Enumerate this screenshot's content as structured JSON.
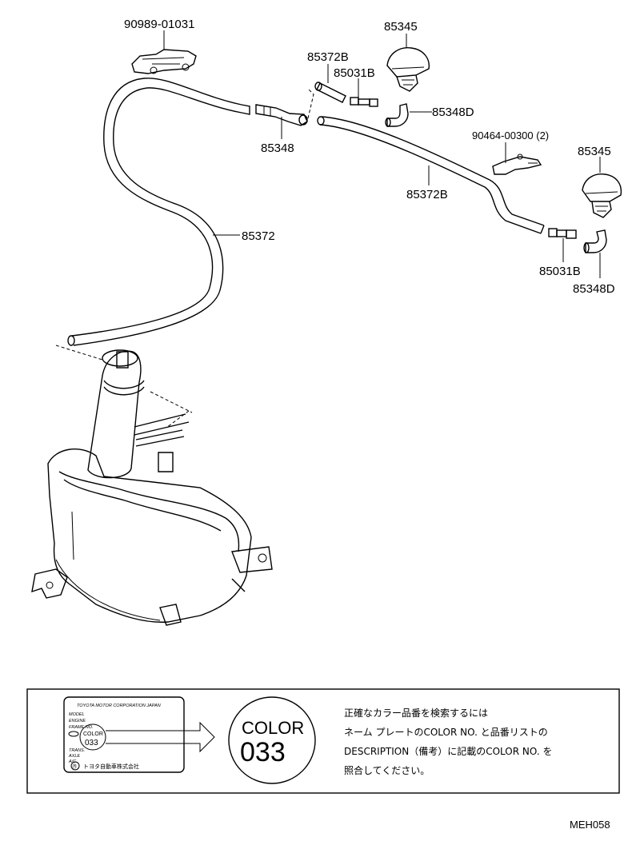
{
  "part_labels": {
    "clamp_top": "90989-01031",
    "nozzle_left": "85345",
    "hose_b_top": "85372B",
    "joint_top": "85031B",
    "elbow_top": "85348D",
    "connector": "85348",
    "bracket": "90464-00300 (2)",
    "nozzle_right": "85345",
    "hose_b_mid": "85372B",
    "hose_main": "85372",
    "joint_bottom": "85031B",
    "elbow_bottom": "85348D"
  },
  "legend": {
    "plate_header": "TOYOTA MOTOR CORPORATION JAPAN",
    "plate_lines": [
      "MODEL",
      "ENGINE",
      "FRAME NO."
    ],
    "plate_side_lines": [
      "TRANS.",
      "AXLE",
      "A/C"
    ],
    "plate_color_word": "COLOR",
    "plate_color_code": "033",
    "plate_footer": "トヨタ自動車株式会社",
    "plate_logo": "㊊",
    "circle_word": "COLOR",
    "circle_code": "033",
    "note_lines": [
      "正確なカラー品番を検索するには",
      "ネーム プレートのCOLOR NO. と品番リストの",
      "DESCRIPTION（備考）に記載のCOLOR NO. を",
      "照合してください。"
    ]
  },
  "diagram_code": "MEH058"
}
